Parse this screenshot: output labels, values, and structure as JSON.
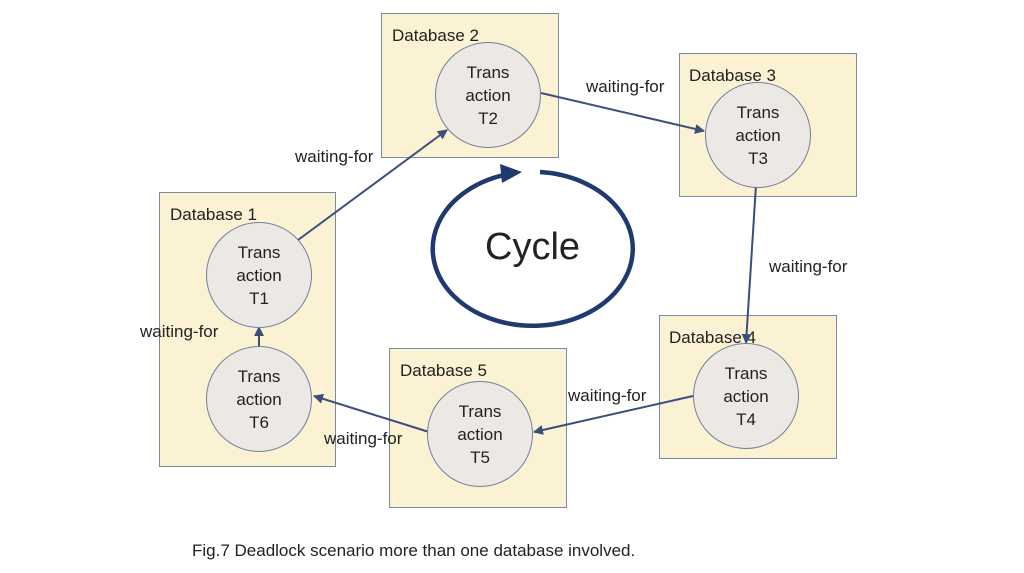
{
  "databases": {
    "db1": "Database 1",
    "db2": "Database 2",
    "db3": "Database 3",
    "db4": "Database 4",
    "db5": "Database 5"
  },
  "transactions": {
    "t1": {
      "line1": "Trans",
      "line2": "action",
      "line3": "T1"
    },
    "t2": {
      "line1": "Trans",
      "line2": "action",
      "line3": "T2"
    },
    "t3": {
      "line1": "Trans",
      "line2": "action",
      "line3": "T3"
    },
    "t4": {
      "line1": "Trans",
      "line2": "action",
      "line3": "T4"
    },
    "t5": {
      "line1": "Trans",
      "line2": "action",
      "line3": "T5"
    },
    "t6": {
      "line1": "Trans",
      "line2": "action",
      "line3": "T6"
    }
  },
  "edge_label": "waiting-for",
  "cycle_label": "Cycle",
  "caption": "Fig.7 Deadlock scenario more than one database involved.",
  "colors": {
    "database_fill": "#fbf1d3",
    "transaction_fill": "#ece9e4",
    "arrow": "#3b4f7a",
    "cycle": "#1e3a6e"
  }
}
